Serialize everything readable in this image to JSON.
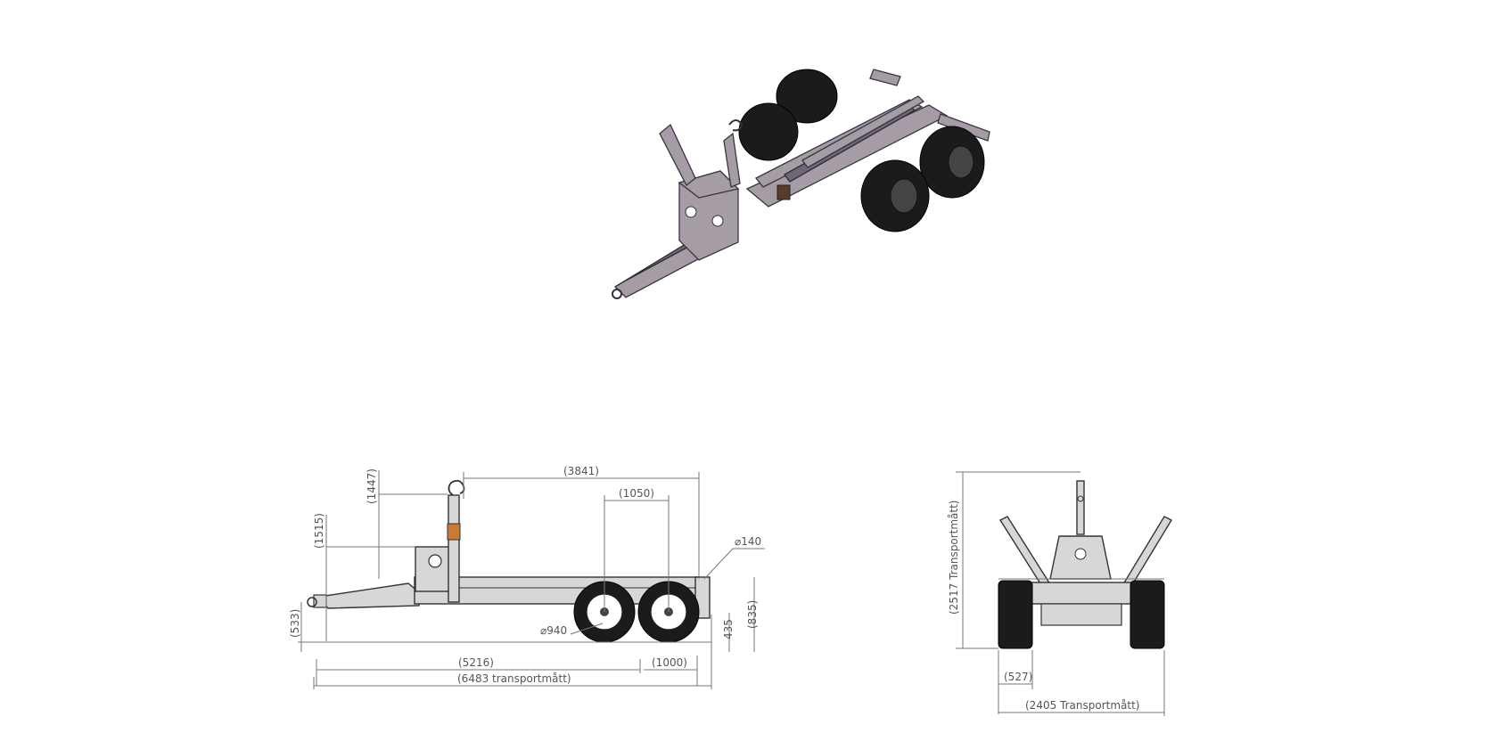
{
  "colors": {
    "frame": "#a59ca6",
    "frame_dark": "#6f6677",
    "tyre": "#1b1b1b",
    "lamp": "#c0392b",
    "dimension": "#777777"
  },
  "side_view": {
    "dims": {
      "d3841": "(3841)",
      "d1050": "(1050)",
      "d1447": "(1447)",
      "d1515": "(1515)",
      "d140": "⌀140",
      "d835": "(835)",
      "d435": "435",
      "d533": "(533)",
      "d940": "⌀940",
      "d5216": "(5216)",
      "d1000": "(1000)",
      "d6483": "(6483 transportmått)"
    }
  },
  "rear_view": {
    "dims": {
      "d2517": "(2517 Transportmått)",
      "d527": "(527)",
      "d2405": "(2405 Transportmått)"
    }
  }
}
